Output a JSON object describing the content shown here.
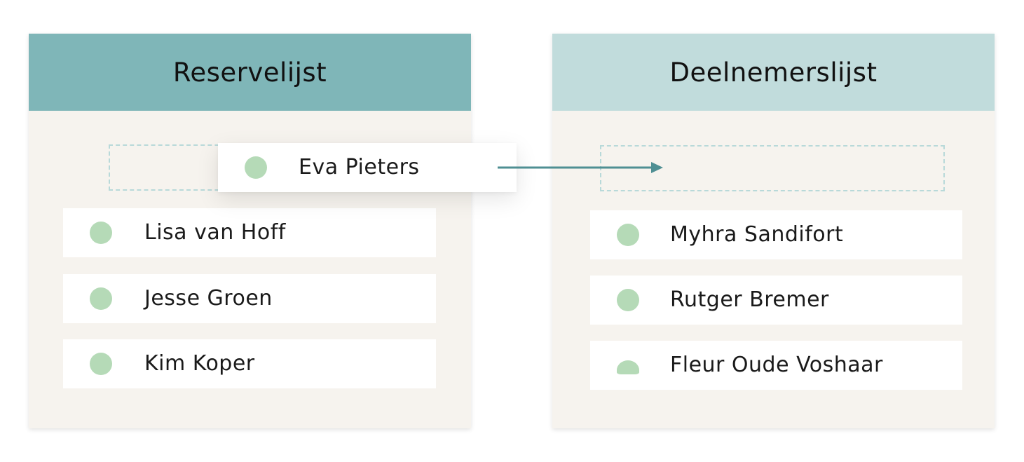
{
  "reserve_list": {
    "title": "Reservelijst",
    "items": [
      {
        "name": "Lisa van Hoff"
      },
      {
        "name": "Jesse Groen"
      },
      {
        "name": "Kim Koper"
      }
    ]
  },
  "participant_list": {
    "title": "Deelnemerslijst",
    "items": [
      {
        "name": "Myhra Sandifort"
      },
      {
        "name": "Rutger Bremer"
      },
      {
        "name": "Fleur Oude Voshaar"
      }
    ]
  },
  "dragging_item": {
    "name": "Eva Pieters"
  },
  "colors": {
    "reserve_header": "#7fb6b8",
    "participant_header": "#c1dcdc",
    "panel_background": "#f6f3ee",
    "status_dot": "#b5dab7",
    "arrow": "#4f8f93",
    "dropzone_border": "#b8d9d9"
  }
}
